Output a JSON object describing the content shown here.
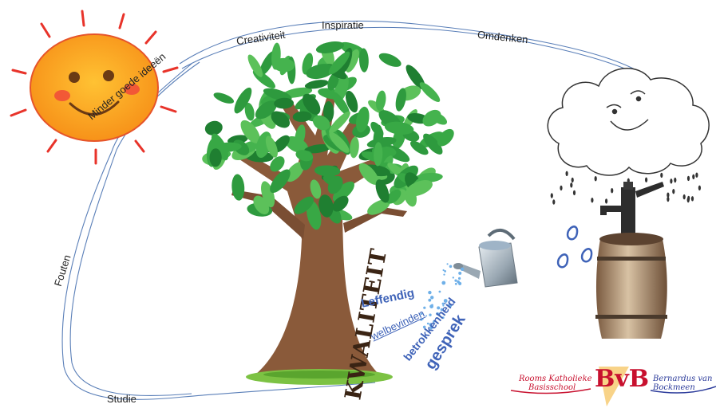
{
  "flow_labels": {
    "creativiteit": "Creativiteit",
    "inspiratie": "Inspiratie",
    "omdenken": "Omdenken",
    "minder_goede_ideeen": "Minder goede ideeën",
    "fouten": "Fouten",
    "studie": "Studie"
  },
  "tree": {
    "trunk_word": "KWALITEIT"
  },
  "values": {
    "leffendig": "Leffendig",
    "welbevinden": "welbevinden",
    "betrokkenheid": "betrokkenheid",
    "gesprek": "gesprek"
  },
  "logo": {
    "left_line1": "Rooms Katholieke",
    "left_line2": "Basisschool",
    "letters": "BvB",
    "right_line1": "Bernardus van",
    "right_line2": "Bockmeen"
  },
  "colors": {
    "sun": "#f7a21b",
    "sun_rays": "#e8332a",
    "leaf": "#3aa845",
    "trunk": "#8a5a3a",
    "water_blue": "#3f63b8",
    "logo_red": "#c8102e",
    "logo_blue": "#2a3a9a"
  }
}
